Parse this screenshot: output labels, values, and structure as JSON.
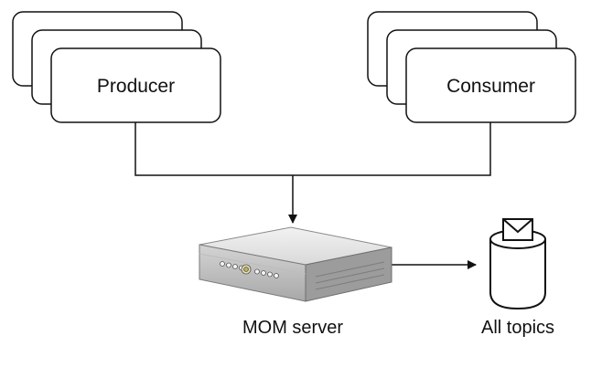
{
  "nodes": {
    "producer": {
      "label": "Producer"
    },
    "consumer": {
      "label": "Consumer"
    },
    "mom_server": {
      "label": "MOM server",
      "icon": "server-icon"
    },
    "all_topics": {
      "label": "All topics",
      "icon": "database-envelope-icon"
    }
  },
  "colors": {
    "stroke": "#111111",
    "background": "#ffffff",
    "server_top": "#e6e6e6",
    "server_front": "#c8c8c8",
    "server_side": "#9a9a9a"
  }
}
